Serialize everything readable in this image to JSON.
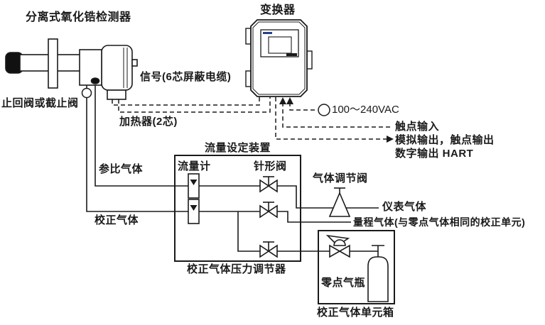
{
  "colors": {
    "line": "#1a1a1a",
    "background": "#ffffff",
    "screen_logo_blue": "#27408b"
  },
  "labels": {
    "detector_title": "分离式氧化锆检测器",
    "converter_title": "变换器",
    "signal_cable": "信号(6芯屏蔽电缆)",
    "check_valve": "止回阀或截止阀",
    "heater_cable": "加热器(2芯)",
    "power": "100～240VAC",
    "contact_input": "触点输入",
    "analog_output": "模拟输出，触点输出",
    "digital_output": "数字输出 HART",
    "flow_unit_title": "流量设定装置",
    "flow_meter": "流量计",
    "needle_valve": "针形阀",
    "gas_regulating_valve": "气体调节阀",
    "reference_gas": "参比气体",
    "calibration_gas": "校正气体",
    "instrument_gas": "仪表气体",
    "span_gas": "量程气体(与零点气体相同的校正单元)",
    "pressure_regulator": "校正气体压力调节器",
    "zero_gas_cylinder": "零点气瓶",
    "calibration_unit_box": "校正气体单元箱"
  }
}
